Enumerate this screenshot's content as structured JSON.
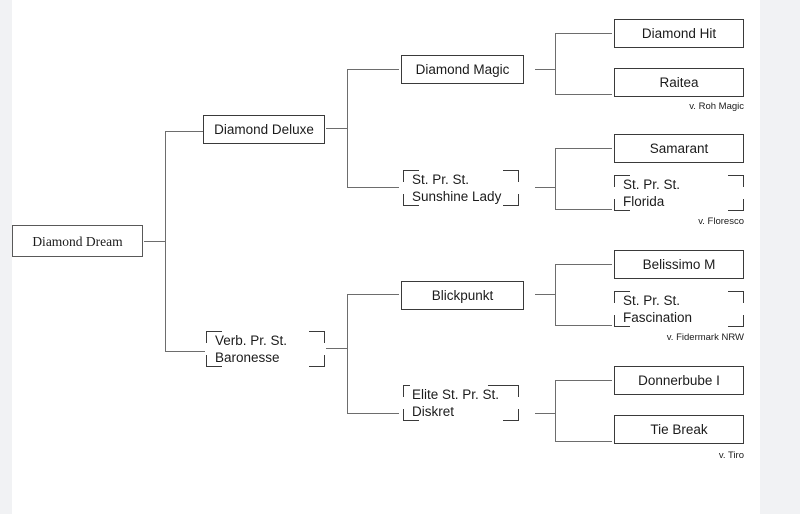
{
  "diagram": {
    "title": "Diamond Dream pedigree chart",
    "type": "pedigree-bracket-tree",
    "root": {
      "name": "Diamond Dream"
    },
    "generation2": [
      {
        "name_line1": "Diamond Deluxe",
        "name_line2": ""
      },
      {
        "name_line1": "Verb. Pr. St.",
        "name_line2": "Baronesse"
      }
    ],
    "generation3": [
      {
        "name_line1": "Diamond Magic",
        "name_line2": ""
      },
      {
        "name_line1": "St. Pr. St.",
        "name_line2": "Sunshine Lady"
      },
      {
        "name_line1": "Blickpunkt",
        "name_line2": ""
      },
      {
        "name_line1": "Elite St. Pr. St.",
        "name_line2": "Diskret"
      }
    ],
    "generation4": [
      {
        "name_line1": "Diamond Hit",
        "name_line2": ""
      },
      {
        "name_line1": "Raitea",
        "name_line2": ""
      },
      {
        "name_line1": "Samarant",
        "name_line2": ""
      },
      {
        "name_line1": "St. Pr. St.",
        "name_line2": "Florida"
      },
      {
        "name_line1": "Belissimo M",
        "name_line2": ""
      },
      {
        "name_line1": "St. Pr. St.",
        "name_line2": "Fascination"
      },
      {
        "name_line1": "Donnerbube I",
        "name_line2": ""
      },
      {
        "name_line1": "Tie Break",
        "name_line2": ""
      }
    ],
    "annotations": [
      {
        "text": "v. Roh Magic"
      },
      {
        "text": "v. Floresco"
      },
      {
        "text": "v. Fidermark NRW"
      },
      {
        "text": "v. Tiro"
      }
    ],
    "colors": {
      "canvas": "#ffffff",
      "page_background": "#f1f2f4",
      "box_border": "#3a3a3a",
      "connector": "#6d6d6d",
      "text": "#1b1b1b"
    }
  }
}
